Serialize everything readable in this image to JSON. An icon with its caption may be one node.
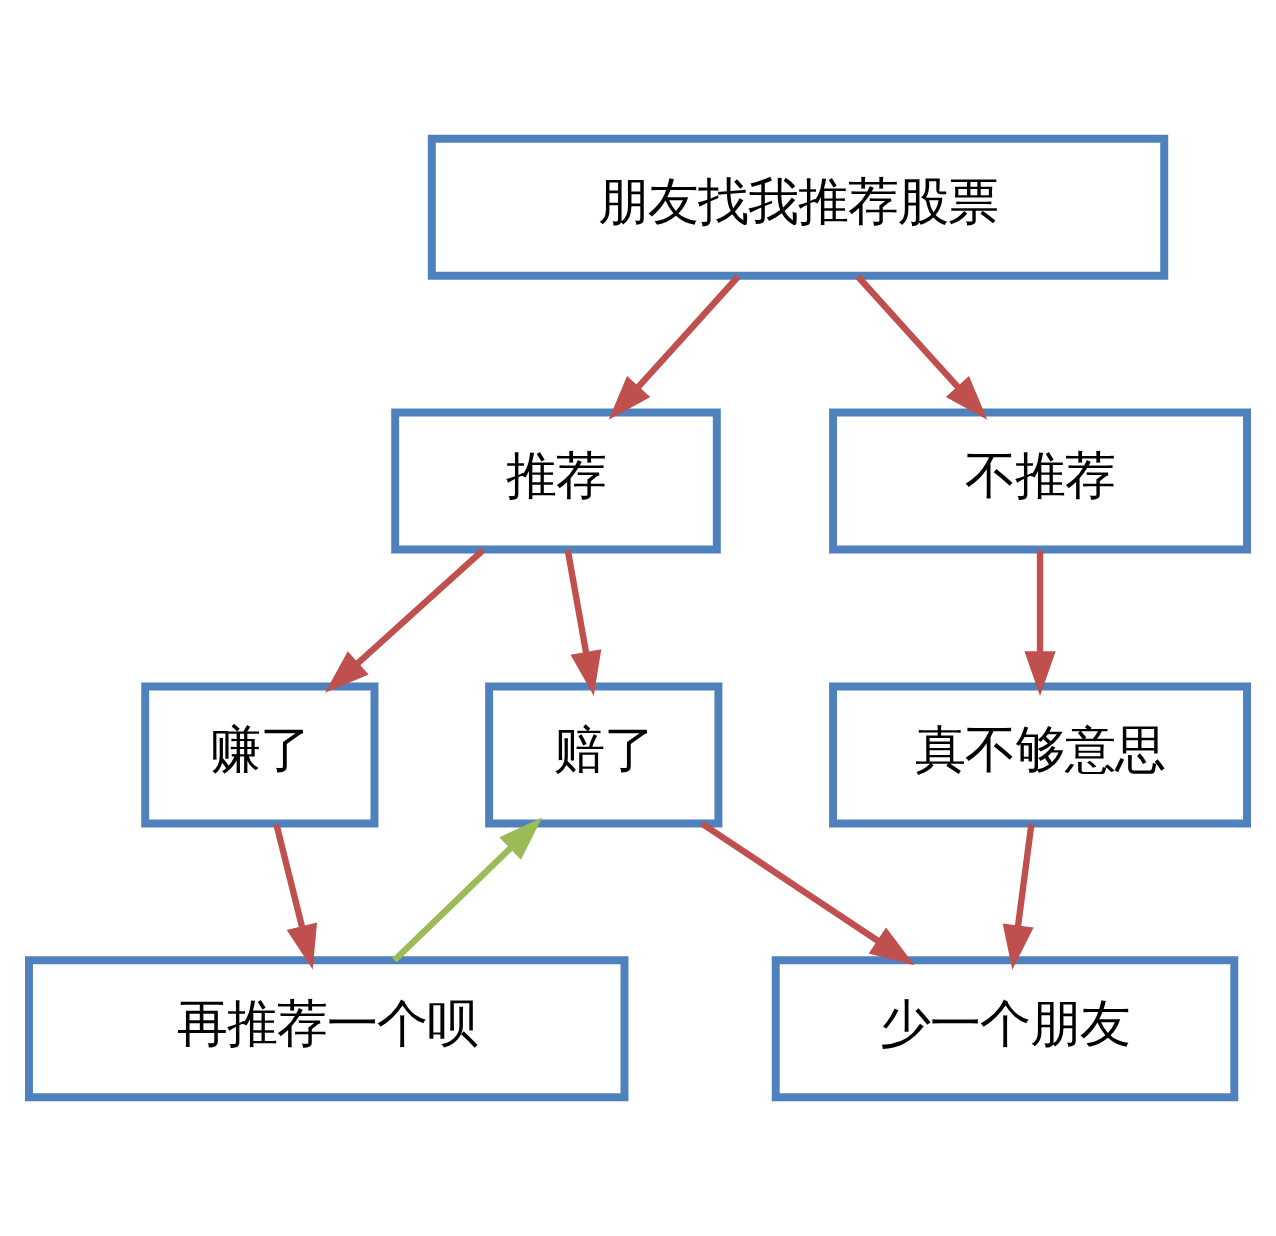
{
  "diagram": {
    "nodes": [
      {
        "text": [
          "朋友找我推荐股票"
        ]
      },
      {
        "text": [
          "推荐"
        ]
      },
      {
        "text": [
          "不推荐"
        ]
      },
      {
        "text": [
          "赚了"
        ]
      },
      {
        "text": [
          "赔了"
        ]
      },
      {
        "text": [
          "真不够意思"
        ]
      },
      {
        "text": [
          "再推荐一个呗"
        ]
      },
      {
        "text": [
          "少一个朋友"
        ]
      }
    ],
    "edges": [
      {
        "from": 0,
        "to": 1,
        "arrow": "to"
      },
      {
        "from": 0,
        "to": 2,
        "arrow": "to"
      },
      {
        "from": 1,
        "to": 3,
        "arrow": "to"
      },
      {
        "from": 1,
        "to": 4,
        "arrow": "to"
      },
      {
        "from": 2,
        "to": 5,
        "arrow": "to"
      },
      {
        "from": 3,
        "to": 6,
        "arrow": "to"
      },
      {
        "from": 6,
        "to": 4,
        "arrow": "to",
        "color": "#9bbb59"
      },
      {
        "from": 4,
        "to": 7,
        "arrow": "to"
      },
      {
        "from": 5,
        "to": 7,
        "arrow": "to"
      }
    ]
  }
}
